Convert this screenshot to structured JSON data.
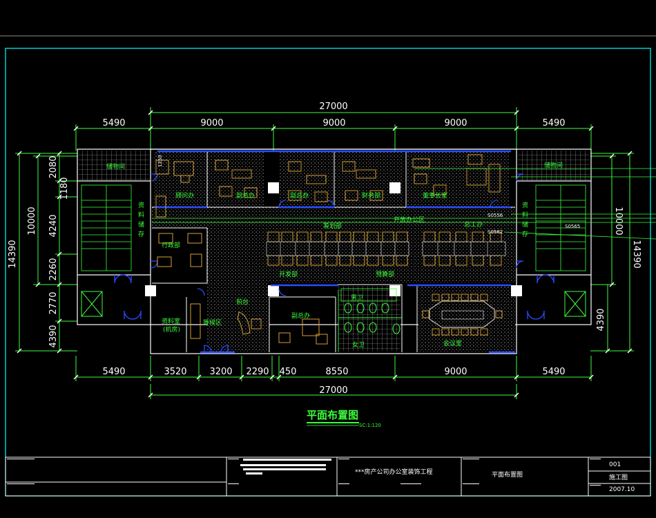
{
  "drawing": {
    "title": "平面布置图",
    "scale": "SC:1:120"
  },
  "dimensions": {
    "top_total": "27000",
    "top_segments": [
      "5490",
      "9000",
      "9000",
      "9000",
      "5490"
    ],
    "bottom_segments": [
      "5490",
      "3520",
      "3200",
      "2290",
      "450",
      "8550",
      "9000",
      "5490"
    ],
    "bottom_total": "27000",
    "left_total": "14390",
    "left_mid": "10000",
    "left_segments": [
      "2080",
      "1180",
      "4240",
      "2260",
      "2770",
      "4390"
    ],
    "right_total": "14390",
    "right_mid": "10000",
    "right_segment": "4390"
  },
  "rooms": {
    "storage_left": "储物间",
    "storage_right": "储物间",
    "vice_gm_1": "顾问办",
    "vice_gm_2": "副总办",
    "vice_gm_3": "副总办",
    "finance": "财务部",
    "chairman": "董事长室",
    "archive_left": [
      "资",
      "料",
      "储",
      "存"
    ],
    "archive_right": [
      "资",
      "料",
      "储",
      "存"
    ],
    "admin": "行政部",
    "engineering": "筹划部",
    "open_office": "开放办公区",
    "chief_engineer": "总工办",
    "development": "开发部",
    "budget": "预算部",
    "reception": "前台",
    "waiting": "等候区",
    "data_room": "资料室",
    "data_room_sub": "(机房)",
    "gm": "副总办",
    "mens_wc": "男卫",
    "womens_wc": "女卫",
    "meeting": "会议室",
    "code_1": "S0556",
    "code_2": "S0562",
    "code_3": "S0565",
    "small_tag": "1250"
  },
  "title_block": {
    "project": "***房产公司办公室装饰工程",
    "drawing_name": "平面布置图",
    "number": "001",
    "stage": "施工图",
    "date": "2007.10"
  }
}
